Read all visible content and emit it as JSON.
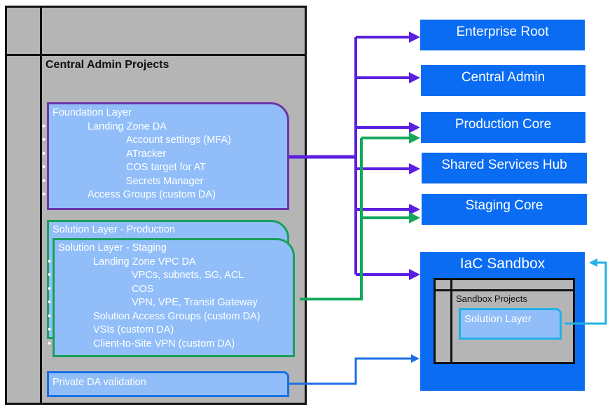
{
  "central": {
    "title": "Central Admin Projects",
    "foundation": {
      "title": "Foundation Layer",
      "items": [
        {
          "label": "Landing Zone DA",
          "level": 1
        },
        {
          "label": "Account settings (MFA)",
          "level": 2
        },
        {
          "label": "ATracker",
          "level": 2
        },
        {
          "label": "COS target for AT",
          "level": 2
        },
        {
          "label": "Secrets Manager",
          "level": 2
        },
        {
          "label": "Access Groups (custom DA)",
          "level": 1
        }
      ]
    },
    "solution_production": {
      "title": "Solution Layer - Production"
    },
    "solution_staging": {
      "title": "Solution Layer - Staging",
      "items": [
        {
          "label": "Landing Zone VPC DA",
          "level": 1
        },
        {
          "label": "VPCs, subnets, SG, ACL",
          "level": 2
        },
        {
          "label": "COS",
          "level": 2
        },
        {
          "label": "VPN, VPE, Transit Gateway",
          "level": 2
        },
        {
          "label": "Solution Access Groups (custom DA)",
          "level": 1
        },
        {
          "label": "VSIs (custom DA)",
          "level": 1
        },
        {
          "label": "Client-to-Site VPN (custom DA)",
          "level": 1
        }
      ]
    },
    "private_da": {
      "title": "Private DA validation"
    }
  },
  "accounts": [
    {
      "label": "Enterprise Root"
    },
    {
      "label": "Central Admin"
    },
    {
      "label": "Production Core"
    },
    {
      "label": "Shared Services Hub"
    },
    {
      "label": "Staging Core"
    }
  ],
  "sandbox": {
    "title": "IaC Sandbox",
    "projects_title": "Sandbox Projects",
    "solution_layer": "Solution Layer"
  },
  "colors": {
    "foundation_arrows": "#5a1fe0",
    "solution_arrows": "#13a85a",
    "private_da_arrow": "#1a6fe6",
    "sandbox_loop_arrow": "#22b0e6",
    "account_box": "#0a6cf2",
    "layer_fill": "#91bef9",
    "panel_grey": "#b5b5b5"
  }
}
